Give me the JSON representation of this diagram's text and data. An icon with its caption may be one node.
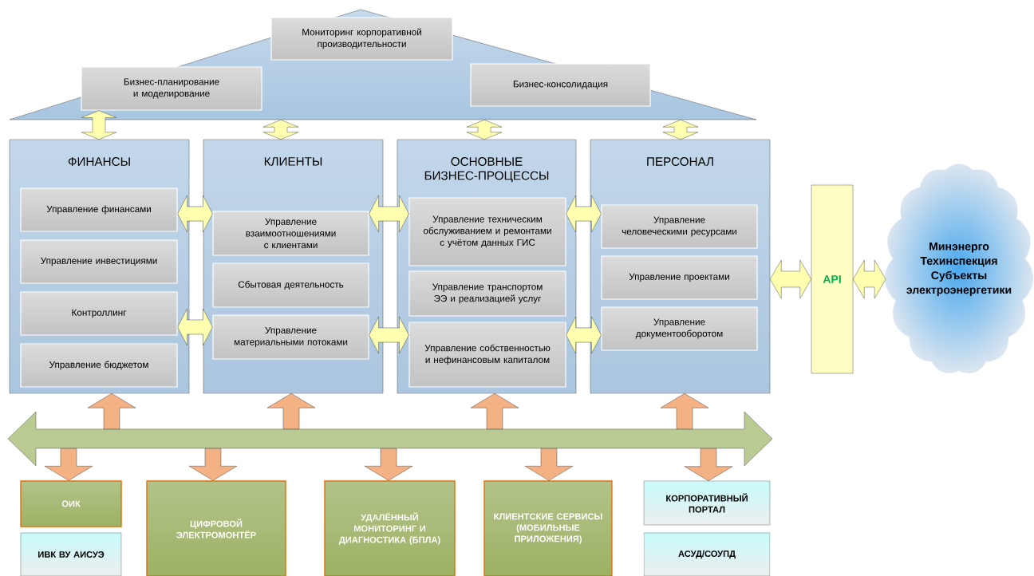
{
  "diagram": {
    "nodes": [
      {
        "text": [],
        "shape": "triangle"
      },
      {
        "text": [
          "Мониторинг корпоративной производительности"
        ],
        "in": 0
      },
      {
        "text": [
          "Бизнес-планирование и моделирование"
        ],
        "in": 0
      },
      {
        "text": [
          "Бизнес-консолидация"
        ],
        "in": 0
      },
      {
        "text": [
          "ФИНАНСЫ"
        ]
      },
      {
        "text": [
          "Управление финансами"
        ],
        "in": 4
      },
      {
        "text": [
          "Управление инвестициями"
        ],
        "in": 4
      },
      {
        "text": [
          "Контроллинг"
        ],
        "in": 4
      },
      {
        "text": [
          "Управление бюджетом"
        ],
        "in": 4
      },
      {
        "text": [
          "КЛИЕНТЫ"
        ]
      },
      {
        "text": [
          "Управление взаимоотношениями с клиентами"
        ],
        "in": 9
      },
      {
        "text": [
          "Сбытовая деятельность"
        ],
        "in": 9
      },
      {
        "text": [
          "Управление материальными потоками"
        ],
        "in": 9
      },
      {
        "text": [
          "ОСНОВНЫЕ БИЗНЕС-ПРОЦЕССЫ"
        ]
      },
      {
        "text": [
          "Управление техническим обслуживанием и ремонтами с учётом данных ГИС"
        ],
        "in": 13
      },
      {
        "text": [
          "Управление транспортом ЭЭ и реализацией услуг"
        ],
        "in": 13
      },
      {
        "text": [
          "Управление собственностью и нефинансовым капиталом"
        ],
        "in": 13
      },
      {
        "text": [
          "ПЕРСОНАЛ"
        ]
      },
      {
        "text": [
          "Управление человеческими ресурсами"
        ],
        "in": 17
      },
      {
        "text": [
          "Управление проектами"
        ],
        "in": 17
      },
      {
        "text": [
          "Управление документооборотом"
        ],
        "in": 17
      },
      {
        "text": [
          "API"
        ]
      },
      {
        "text": [
          "Минэнерго",
          "Техинспекция",
          "Субъекты электроэнергетики"
        ]
      },
      {
        "text": [],
        "shape": "arrow"
      },
      {
        "text": [
          "ОИК"
        ]
      },
      {
        "text": [
          "ИВК ВУ АИСУЭ"
        ]
      },
      {
        "text": [
          "ЦИФРОВОЙ ЭЛЕКТРОМОНТЁР"
        ]
      },
      {
        "text": [
          "УДАЛЁННЫЙ МОНИТОРИНГ И ДИАГНОСТИКА (БПЛА)"
        ]
      },
      {
        "text": [
          "КЛИЕНТСКИЕ СЕРВИСЫ (МОБИЛЬНЫЕ ПРИЛОЖЕНИЯ)"
        ]
      },
      {
        "text": [
          "КОРПОРАТИВНЫЙ ПОРТАЛ"
        ]
      },
      {
        "text": [
          "АСУД/СОУПД"
        ]
      }
    ],
    "edges": [
      {
        "from": 2,
        "to": 4,
        "arrow": "both"
      },
      {
        "from": 0,
        "to": 9,
        "arrow": "both"
      },
      {
        "from": 0,
        "to": 13,
        "arrow": "both"
      },
      {
        "from": 0,
        "to": 17,
        "arrow": "both"
      },
      {
        "from": 5,
        "to": 10,
        "arrow": "both"
      },
      {
        "from": 7,
        "to": 12,
        "arrow": "both"
      },
      {
        "from": 10,
        "to": 14,
        "arrow": "both"
      },
      {
        "from": 12,
        "to": 16,
        "arrow": "both"
      },
      {
        "from": 14,
        "to": 18,
        "arrow": "both"
      },
      {
        "from": 16,
        "to": 20,
        "arrow": "both"
      },
      {
        "from": 17,
        "to": 21,
        "arrow": "both"
      },
      {
        "from": 21,
        "to": 22,
        "arrow": "both"
      },
      {
        "from": 23,
        "to": 4,
        "arrow": "to",
        "color": "#f4b183"
      },
      {
        "from": 23,
        "to": 9,
        "arrow": "to",
        "color": "#f4b183"
      },
      {
        "from": 23,
        "to": 13,
        "arrow": "to",
        "color": "#f4b183"
      },
      {
        "from": 23,
        "to": 17,
        "arrow": "to",
        "color": "#f4b183"
      },
      {
        "from": 23,
        "to": 24,
        "arrow": "to",
        "color": "#f4b183"
      },
      {
        "from": 23,
        "to": 26,
        "arrow": "to",
        "color": "#f4b183"
      },
      {
        "from": 23,
        "to": 27,
        "arrow": "to",
        "color": "#f4b183"
      },
      {
        "from": 23,
        "to": 28,
        "arrow": "to",
        "color": "#f4b183"
      },
      {
        "from": 23,
        "to": 29,
        "arrow": "to",
        "color": "#f4b183"
      }
    ]
  }
}
